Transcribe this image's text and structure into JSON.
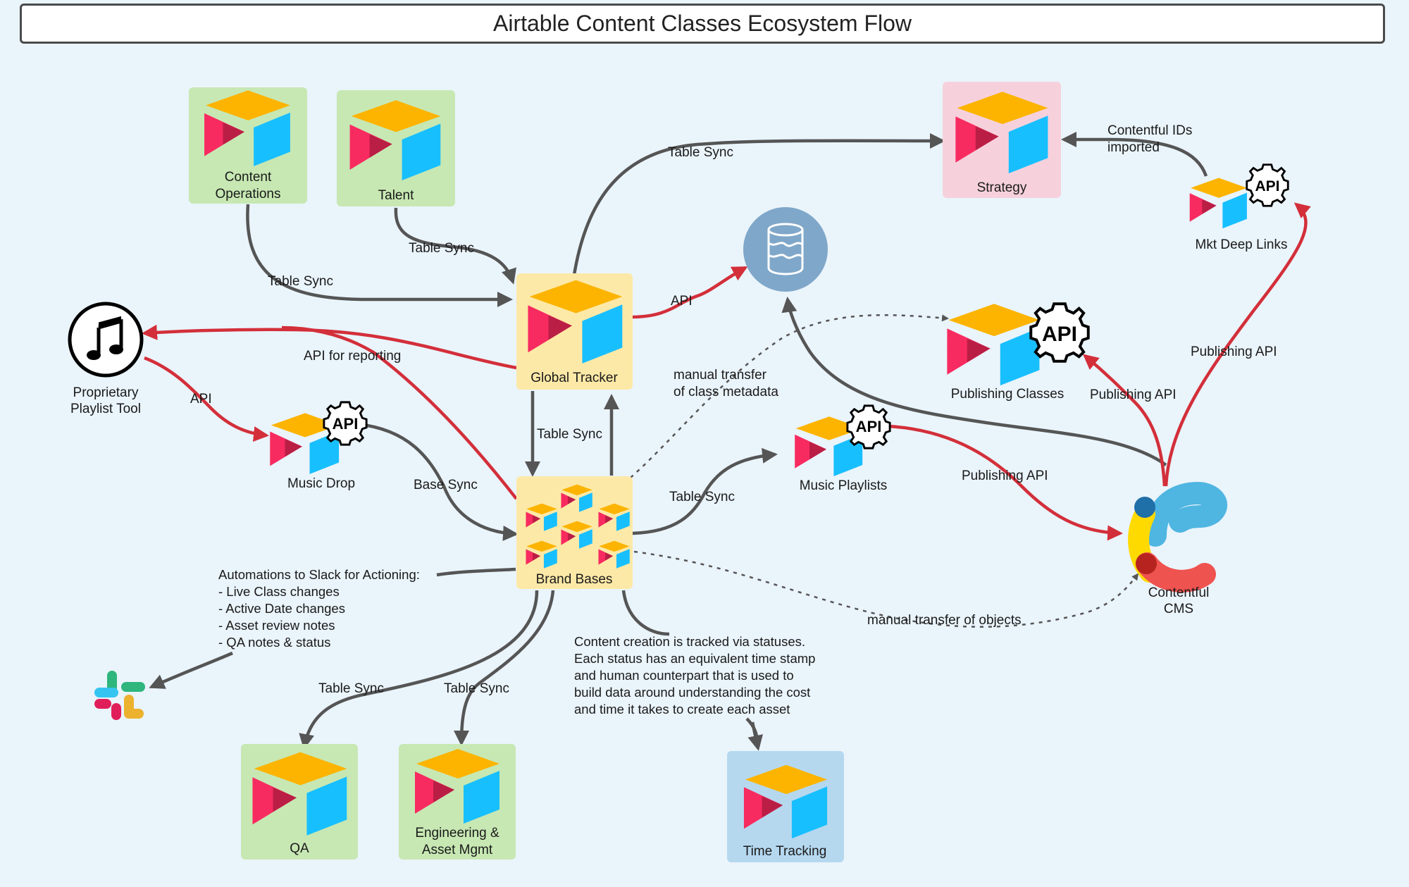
{
  "title": "Airtable Content Classes Ecosystem Flow",
  "colors": {
    "background": "#eaf4fb",
    "green_box": "#c7e8b3",
    "yellow_box": "#fde9a7",
    "pink_box": "#f6d1dc",
    "blue_box": "#b5d8ef",
    "database": "#7fa7c9",
    "arrow_gray": "#555555",
    "arrow_red": "#d32f3a"
  },
  "nodes": {
    "content_operations": [
      "Content",
      "Operations"
    ],
    "talent": "Talent",
    "strategy": "Strategy",
    "mkt_deep_links": "Mkt Deep Links",
    "global_tracker": "Global Tracker",
    "proprietary_playlist_tool": [
      "Proprietary",
      "Playlist Tool"
    ],
    "publishing_classes": "Publishing Classes",
    "music_drop": "Music Drop",
    "brand_bases": "Brand Bases",
    "music_playlists": "Music Playlists",
    "contentful_cms": [
      "Contentful",
      "CMS"
    ],
    "qa": "QA",
    "engineering_asset_mgmt": [
      "Engineering &",
      "Asset Mgmt"
    ],
    "time_tracking": "Time Tracking"
  },
  "api_badge": "API",
  "edge_labels": {
    "table_sync_top": "Table Sync",
    "contentful_ids": [
      "Contentful IDs",
      "imported"
    ],
    "talent_table_sync": "Table Sync",
    "content_ops_table_sync": "Table Sync",
    "api_db": "API",
    "api_for_reporting": "API for reporting",
    "api_playlist": "API",
    "manual_transfer_metadata": [
      "manual transfer",
      "of class metadata"
    ],
    "publishing_api_mkt": "Publishing API",
    "publishing_api_classes": "Publishing API",
    "table_sync_center": "Table Sync",
    "base_sync": "Base Sync",
    "table_sync_playlists": "Table Sync",
    "publishing_api_playlists": "Publishing API",
    "manual_transfer_objects": "manual transfer of objects",
    "table_sync_qa": "Table Sync",
    "table_sync_eng": "Table Sync"
  },
  "notes": {
    "slack_automations": [
      "Automations to Slack for Actioning:",
      "- Live Class changes",
      "- Active Date changes",
      "- Asset review notes",
      "- QA notes & status"
    ],
    "time_tracking_note": [
      "Content creation is tracked via statuses.",
      "Each status has an equivalent time stamp",
      "and human counterpart that is used to",
      "build data around understanding the cost",
      "and time it takes to create each asset"
    ]
  }
}
